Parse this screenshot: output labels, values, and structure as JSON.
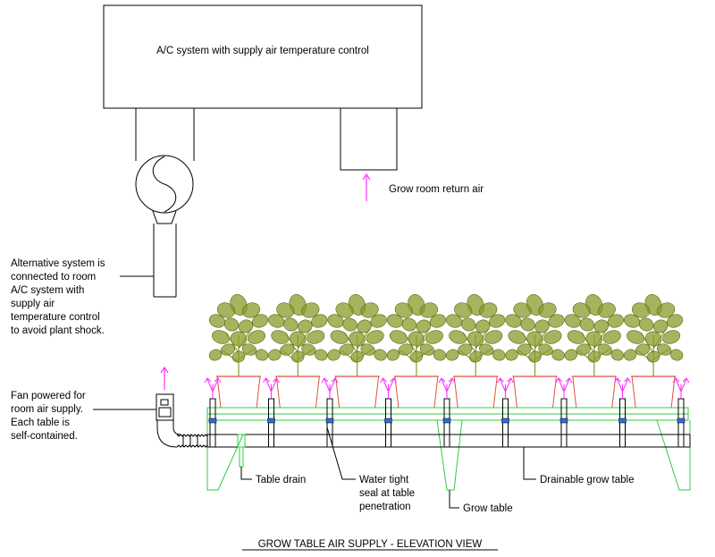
{
  "ac_unit": {
    "label": "A/C system with supply air temperature control"
  },
  "return_air": {
    "label": "Grow room return air"
  },
  "alternative_note": {
    "lines": [
      "Alternative system is",
      "connected to room",
      "A/C system with",
      "supply air",
      "temperature control",
      "to avoid plant shock."
    ]
  },
  "fan_note": {
    "lines": [
      "Fan powered for",
      "room air supply.",
      "Each table is",
      "self-contained."
    ]
  },
  "callouts": {
    "table_drain": "Table drain",
    "seal_lines": [
      "Water tight",
      "seal at table",
      "penetration"
    ],
    "grow_table": "Grow table",
    "drainable_table": "Drainable grow table"
  },
  "title": "GROW TABLE AIR SUPPLY - ELEVATION VIEW",
  "plant_count": 8,
  "riser_count": 9,
  "colors": {
    "line": "#000000",
    "plant": "#8a9a2a",
    "pot": "#e0503a",
    "table": "#2ecc40",
    "airflow": "#ff33ff",
    "seal": "#2a6fd6"
  }
}
